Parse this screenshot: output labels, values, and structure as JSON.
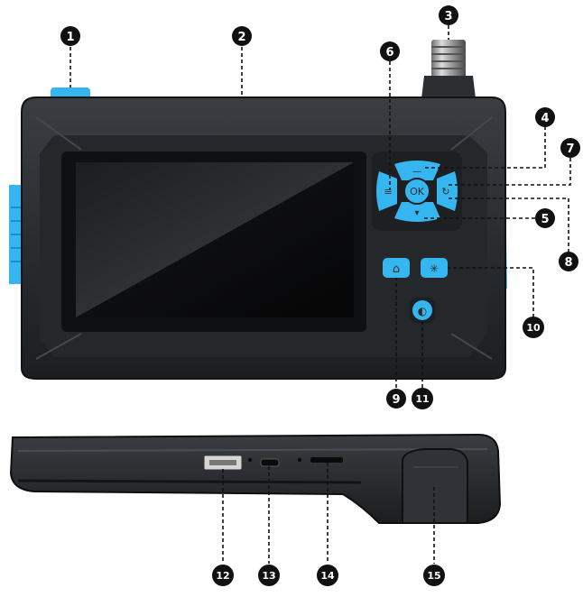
{
  "callouts": [
    "1",
    "2",
    "3",
    "4",
    "5",
    "6",
    "7",
    "8",
    "9",
    "10",
    "11",
    "12",
    "13",
    "14",
    "15"
  ],
  "buttons": {
    "ok_label": "OK",
    "up_glyph": "—",
    "down_glyph": "▾",
    "menu_glyph": "≡",
    "rotate_glyph": "↻",
    "home_glyph": "⌂",
    "light_glyph": "✳",
    "power_glyph": "◐"
  },
  "colors": {
    "body": "#2a2d30",
    "body_edge": "#151719",
    "accent": "#35b6f0",
    "screen": "#111214",
    "callout_badge": "#111111"
  }
}
